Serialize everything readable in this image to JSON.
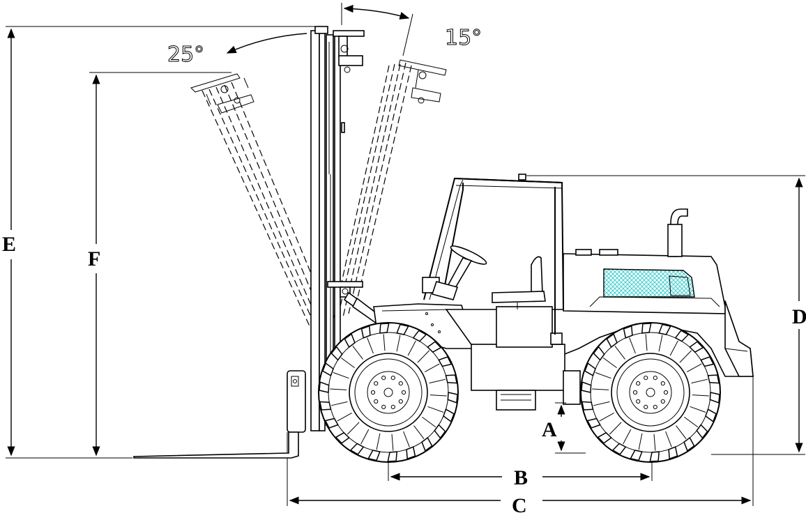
{
  "diagram": {
    "angles": {
      "back_tilt": "25°",
      "forward_tilt": "15°"
    },
    "dimensions": {
      "A": "A",
      "B": "B",
      "C": "C",
      "D": "D",
      "E": "E",
      "F": "F"
    },
    "colors": {
      "line": "#000000",
      "window_tint": "#40d0d0",
      "background": "#ffffff"
    }
  }
}
